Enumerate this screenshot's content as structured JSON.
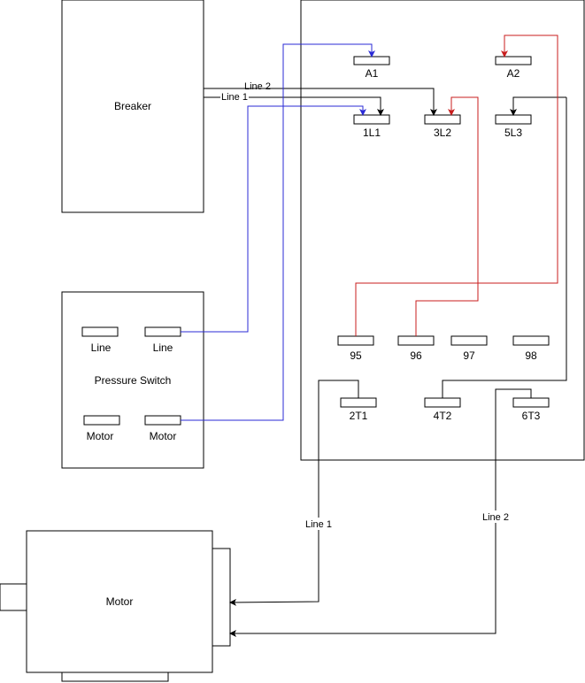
{
  "components": {
    "breaker": "Breaker",
    "pressure_switch": "Pressure Switch",
    "motor": "Motor"
  },
  "pressure_switch_terminals": {
    "line_left": "Line",
    "line_right": "Line",
    "motor_left": "Motor",
    "motor_right": "Motor"
  },
  "contactor_terminals": {
    "a1": "A1",
    "a2": "A2",
    "l1": "1L1",
    "l2": "3L2",
    "l3": "5L3",
    "t95": "95",
    "t96": "96",
    "t97": "97",
    "t98": "98",
    "t1": "2T1",
    "t2": "4T2",
    "t3": "6T3"
  },
  "wire_labels": {
    "breaker_line2": "Line 2",
    "breaker_line1": "Line 1",
    "motor_line1": "Line 1",
    "motor_line2": "Line 2"
  },
  "colors": {
    "power_wire": "#000000",
    "switch_wire": "#2a2ad6",
    "control_wire": "#c81e1e"
  }
}
